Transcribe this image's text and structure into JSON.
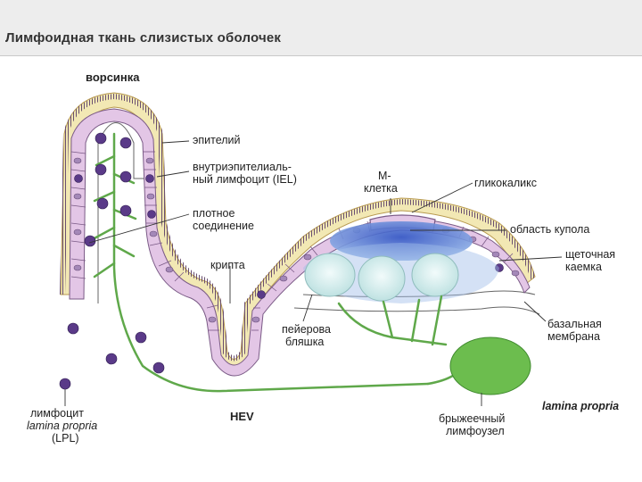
{
  "title": "Лимфоидная ткань слизистых оболочек",
  "labels": {
    "villus": "ворсинка",
    "epithelium": "эпителий",
    "iel_1": "внутриэпителиаль-",
    "iel_2": "ный лимфоцит (IEL)",
    "tight_1": "плотное",
    "tight_2": "соединение",
    "crypt": "крипта",
    "mcell_1": "М-",
    "mcell_2": "клетка",
    "glycocalyx": "гликокаликс",
    "dome": "область купола",
    "brush_1": "щеточная",
    "brush_2": "каемка",
    "basal_1": "базальная",
    "basal_2": "мембрана",
    "peyer_1": "пейерова",
    "peyer_2": "бляшка",
    "lamina_propria": "lamina propria",
    "lpl_1": "лимфоцит",
    "lpl_2": "lamina propria",
    "lpl_3": "(LPL)",
    "hev": "HEV",
    "mesnode_1": "брыжеечный",
    "mesnode_2": "лимфоузел"
  },
  "colors": {
    "epithelium_fill": "#e3c6e6",
    "epithelium_stroke": "#7a5a86",
    "nucleus": "#a488b8",
    "glycocalyx": "#f2e8b4",
    "lymphocyte": "#5a3a88",
    "lymph_vessel": "#5fa84a",
    "lymph_node": "#6cbd4e",
    "dome": "#4666c8",
    "follicle": "#d4ecec"
  }
}
